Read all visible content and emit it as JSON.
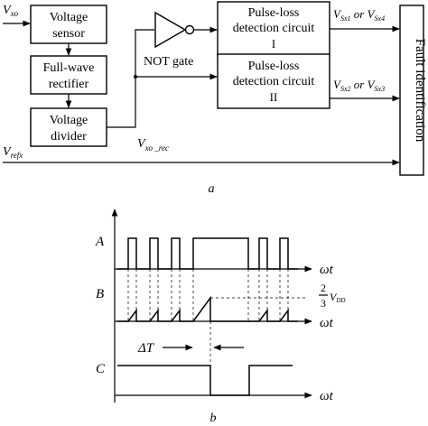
{
  "diagram_a": {
    "caption": "a",
    "inputs": {
      "vxo": {
        "main": "V",
        "sub": "xo"
      },
      "vrefx": {
        "main": "V",
        "sub": "refx"
      },
      "vxo_rec": {
        "main": "V",
        "sub": "xo _rec"
      }
    },
    "blocks": {
      "voltage_sensor": [
        "Voltage",
        "sensor"
      ],
      "full_wave_rectifier": [
        "Full-wave",
        "rectifier"
      ],
      "voltage_divider": [
        "Voltage",
        "divider"
      ],
      "pulse_loss_1": [
        "Pulse-loss",
        "detection circuit",
        "I"
      ],
      "pulse_loss_2": [
        "Pulse-loss",
        "detection circuit",
        "II"
      ],
      "fault_identification": "Fault identification"
    },
    "not_gate_label": "NOT gate",
    "out1": {
      "v1": "V",
      "s1": "Sx1",
      "or": " or ",
      "v2": "V",
      "s2": "Sx4"
    },
    "out2": {
      "v1": "V",
      "s1": "Sx2",
      "or": " or ",
      "v2": "V",
      "s2": "Sx3"
    }
  },
  "diagram_b": {
    "caption": "b",
    "signals": [
      "A",
      "B",
      "C"
    ],
    "axis_label": {
      "omega": "ω",
      "t": "t"
    },
    "threshold": {
      "num": "2",
      "den": "3",
      "v": "V",
      "sub": "DD"
    },
    "delta_t": "ΔT"
  }
}
